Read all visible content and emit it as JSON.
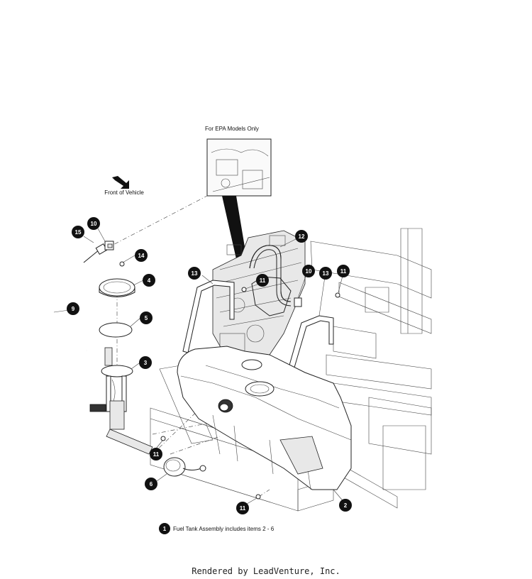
{
  "epa_inset_label": "For EPA Models Only",
  "front_of_vehicle_label": "Front of Vehicle",
  "callouts": [
    {
      "id": "c1",
      "number": "1"
    },
    {
      "id": "c2",
      "number": "2"
    },
    {
      "id": "c3",
      "number": "3"
    },
    {
      "id": "c4",
      "number": "4"
    },
    {
      "id": "c5",
      "number": "5"
    },
    {
      "id": "c6",
      "number": "6"
    },
    {
      "id": "c9",
      "number": "9"
    },
    {
      "id": "c10a",
      "number": "10"
    },
    {
      "id": "c10b",
      "number": "10"
    },
    {
      "id": "c11a",
      "number": "11"
    },
    {
      "id": "c11b",
      "number": "11"
    },
    {
      "id": "c11c",
      "number": "11"
    },
    {
      "id": "c11d",
      "number": "11"
    },
    {
      "id": "c12",
      "number": "12"
    },
    {
      "id": "c13a",
      "number": "13"
    },
    {
      "id": "c13b",
      "number": "13"
    },
    {
      "id": "c14",
      "number": "14"
    },
    {
      "id": "c15",
      "number": "15"
    }
  ],
  "note_text": "Fuel Tank Assembly includes items 2 - 6",
  "footer_text": "Rendered by LeadVenture, Inc."
}
